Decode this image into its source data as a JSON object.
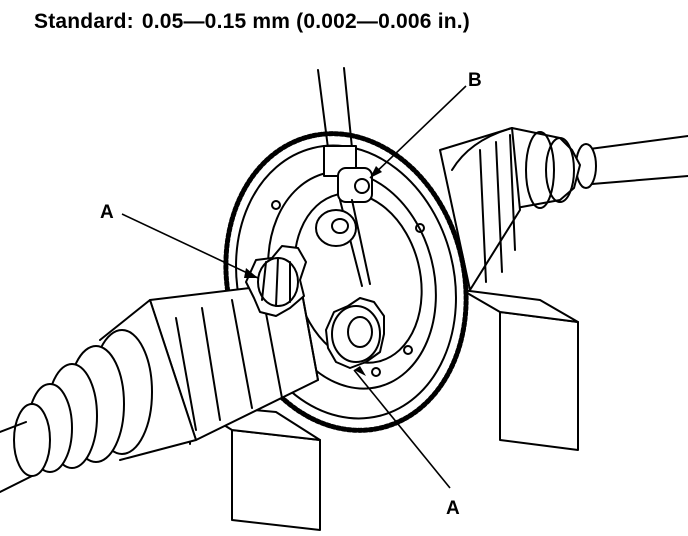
{
  "header": {
    "label": "Standard:",
    "value": "0.05—0.15 mm (0.002—0.006 in.)"
  },
  "callouts": {
    "b": "B",
    "a_upper": "A",
    "a_lower": "A"
  }
}
